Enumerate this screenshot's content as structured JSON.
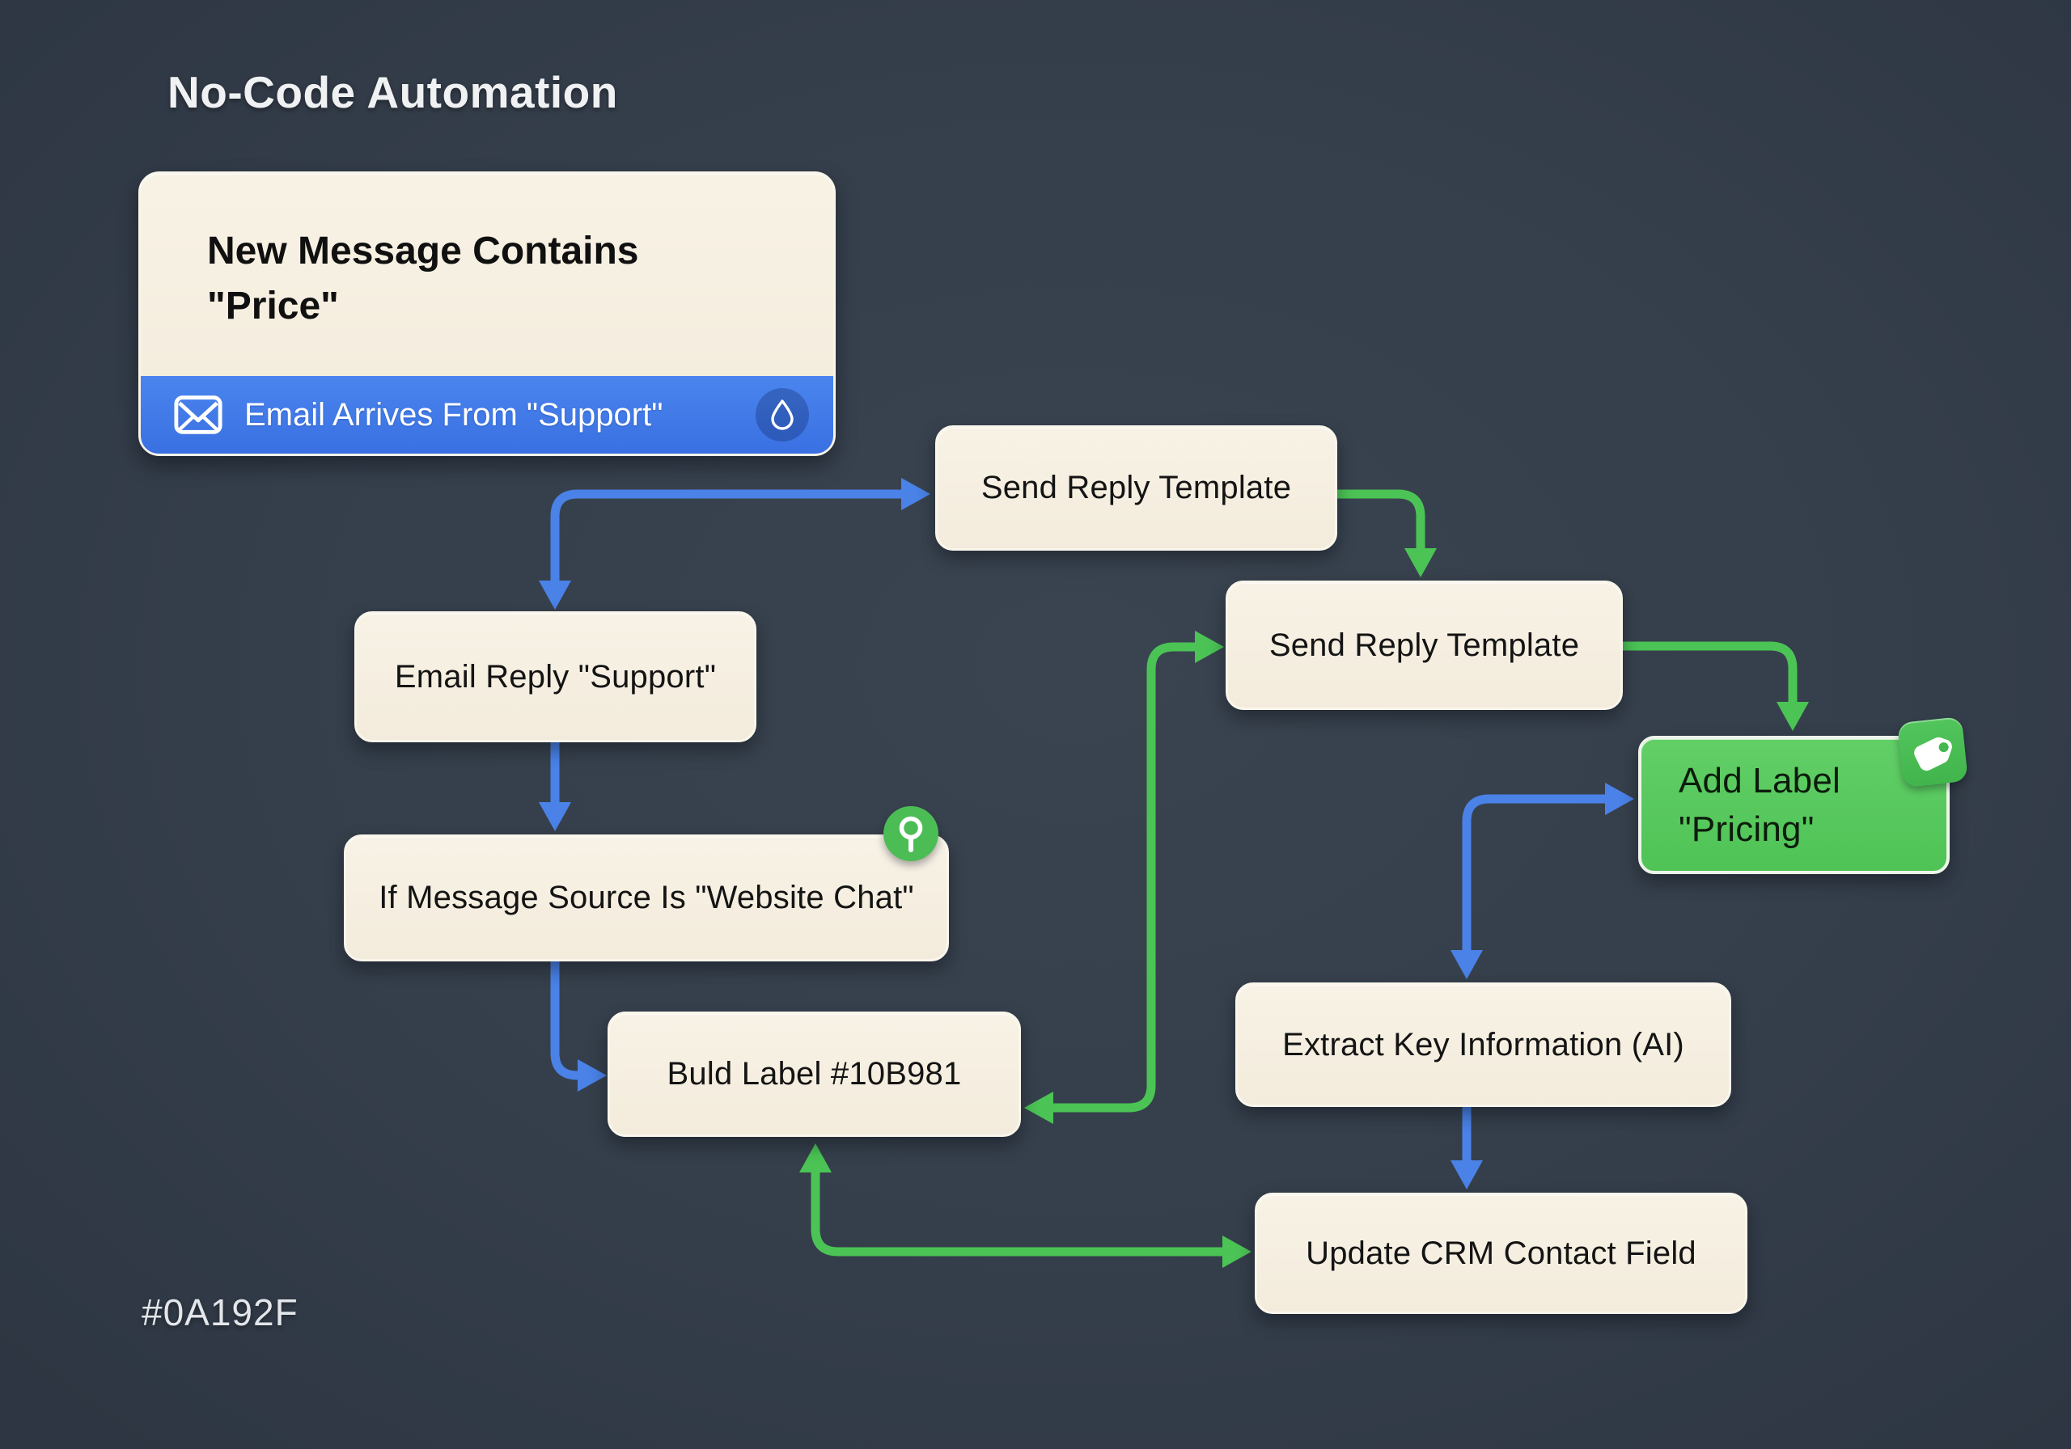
{
  "title": "No-Code Automation",
  "footer": {
    "hex_label": "#0A192F"
  },
  "colors": {
    "background": "#353F4B",
    "blue_accent": "#4A82E8",
    "green_accent": "#4BC455",
    "node_fill": "#F6EFE2",
    "green_node_fill": "#57C75C",
    "trigger_bar_blue": "#3F79E8"
  },
  "icons": {
    "envelope": "envelope-icon",
    "droplet": "droplet-icon",
    "pin": "location-pin-icon",
    "tag": "label-tag-icon"
  },
  "trigger_card": {
    "heading": "New Message Contains \"Price\"",
    "bar_label": "Email Arrives From \"Support\""
  },
  "nodes": {
    "send_reply_1": {
      "label": "Send Reply Template"
    },
    "email_reply": {
      "label": "Email Reply \"Support\""
    },
    "send_reply_2": {
      "label": "Send Reply Template"
    },
    "add_label": {
      "line1": "Add Label",
      "line2": "\"Pricing\""
    },
    "if_message": {
      "label": "If Message Source Is \"Website Chat\""
    },
    "buld_label": {
      "label": "Buld Label #10B981"
    },
    "extract": {
      "label": "Extract Key Information (AI)"
    },
    "update_crm": {
      "label": "Update CRM Contact Field"
    }
  }
}
